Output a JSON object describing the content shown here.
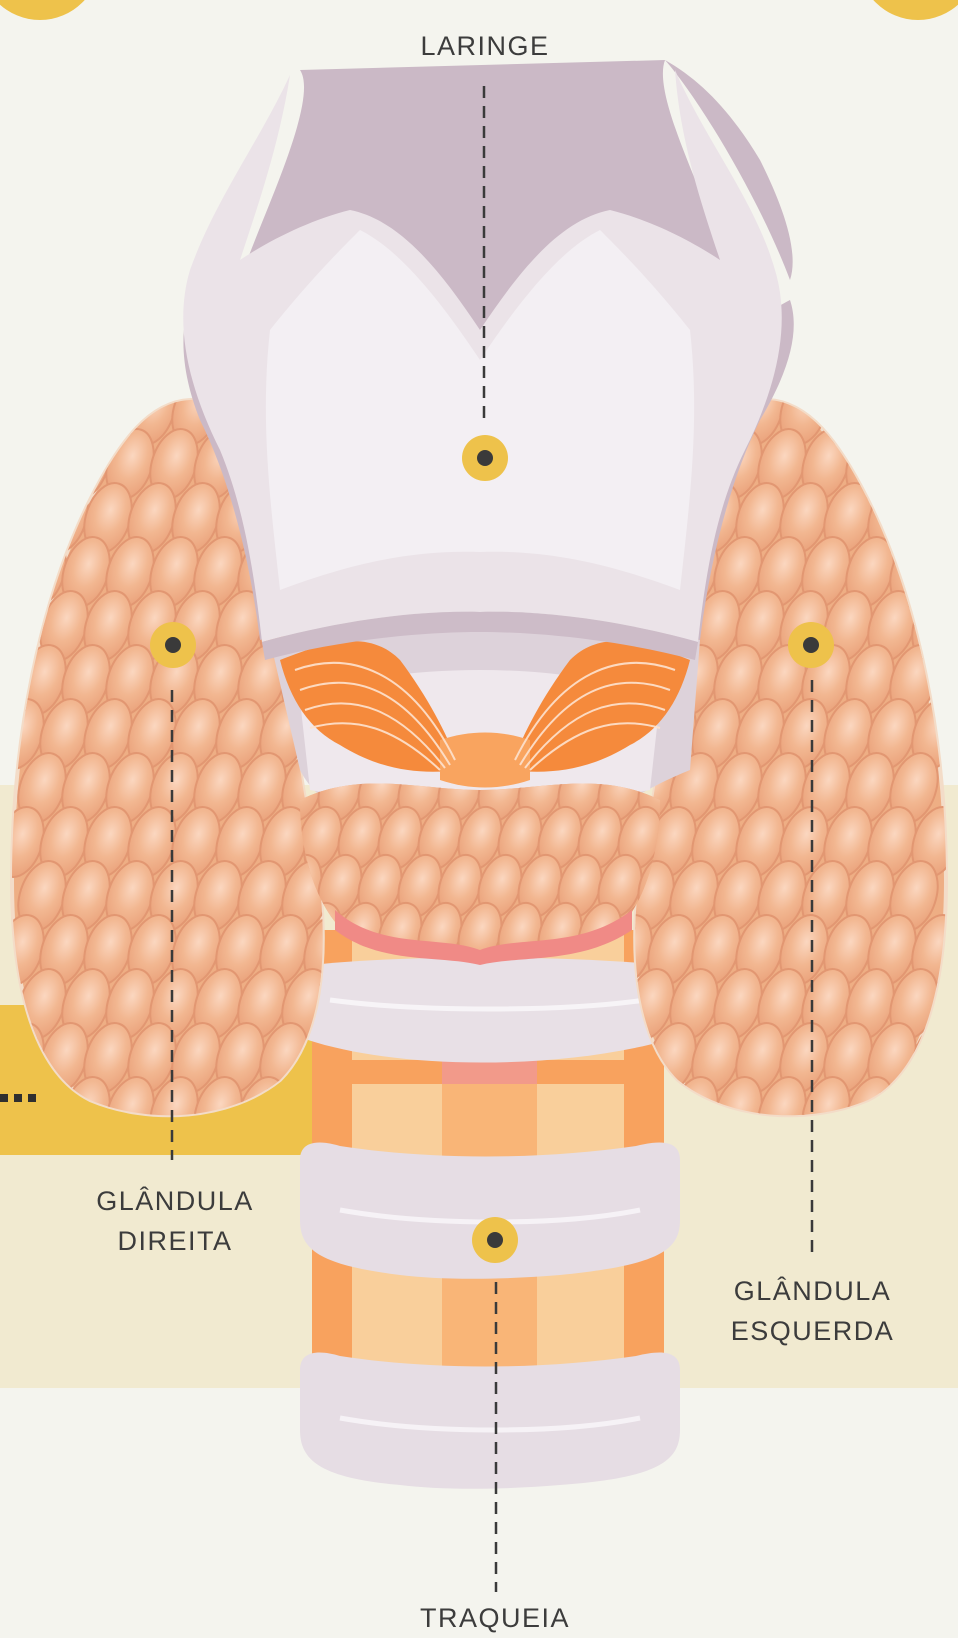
{
  "colors": {
    "background": "#f4f4ee",
    "band": "#f1ead0",
    "yellow": "#eec24b",
    "marker_ring": "#eec24b",
    "marker_dot": "#3a3a3a",
    "gland": "#eeae84",
    "gland_lobule": "#f0b894",
    "gland_outline": "#e29772",
    "larynx": "#ebe3e8",
    "larynx_shadow": "#cbb9c6",
    "trachea_orange": "#f8a25e",
    "trachea_light": "#f9cf9b",
    "muscle": "#f58a3c",
    "ring_pink": "#f08a86"
  },
  "labels": {
    "larynx": "LARINGE",
    "right_gland": [
      "GLÂNDULA",
      "DIREITA"
    ],
    "left_gland": [
      "GLÂNDULA",
      "ESQUERDA"
    ],
    "trachea": "TRAQUEIA"
  },
  "icons": {
    "marker": "pin-dot-icon",
    "ellipsis": "more-dots-icon"
  }
}
